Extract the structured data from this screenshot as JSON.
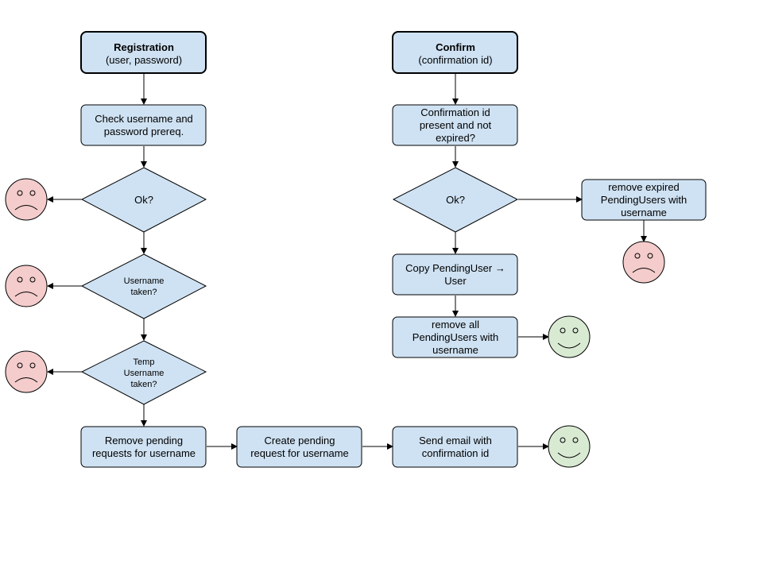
{
  "colors": {
    "box_fill": "#cfe2f3",
    "stroke": "#000000",
    "sad_fill": "#f4cccc",
    "happy_fill": "#d9ead3"
  },
  "nodes": {
    "registration": {
      "title": "Registration",
      "subtitle": "(user, password)"
    },
    "check_prereq": {
      "line1": "Check username and",
      "line2": "password prereq."
    },
    "ok_left": {
      "label": "Ok?"
    },
    "username_taken": {
      "line1": "Username",
      "line2": "taken?"
    },
    "temp_username_taken": {
      "line1": "Temp",
      "line2": "Username",
      "line3": "taken?"
    },
    "remove_pending": {
      "line1": "Remove pending",
      "line2": "requests for username"
    },
    "create_pending": {
      "line1": "Create pending",
      "line2": "request for username"
    },
    "send_email": {
      "line1": "Send email with",
      "line2": "confirmation id"
    },
    "confirm": {
      "title": "Confirm",
      "subtitle": "(confirmation id)"
    },
    "confirm_present": {
      "line1": "Confirmation id",
      "line2": "present and not",
      "line3": "expired?"
    },
    "ok_right": {
      "label": "Ok?"
    },
    "remove_expired": {
      "line1": "remove expired",
      "line2": "PendingUsers with",
      "line3": "username"
    },
    "copy_pending": {
      "line1": "Copy PendingUser →",
      "line2": "User"
    },
    "remove_all": {
      "line1": "remove all",
      "line2": "PendingUsers with",
      "line3": "username"
    }
  },
  "faces": {
    "sad_icon": "sad-face-icon",
    "happy_icon": "happy-face-icon"
  }
}
